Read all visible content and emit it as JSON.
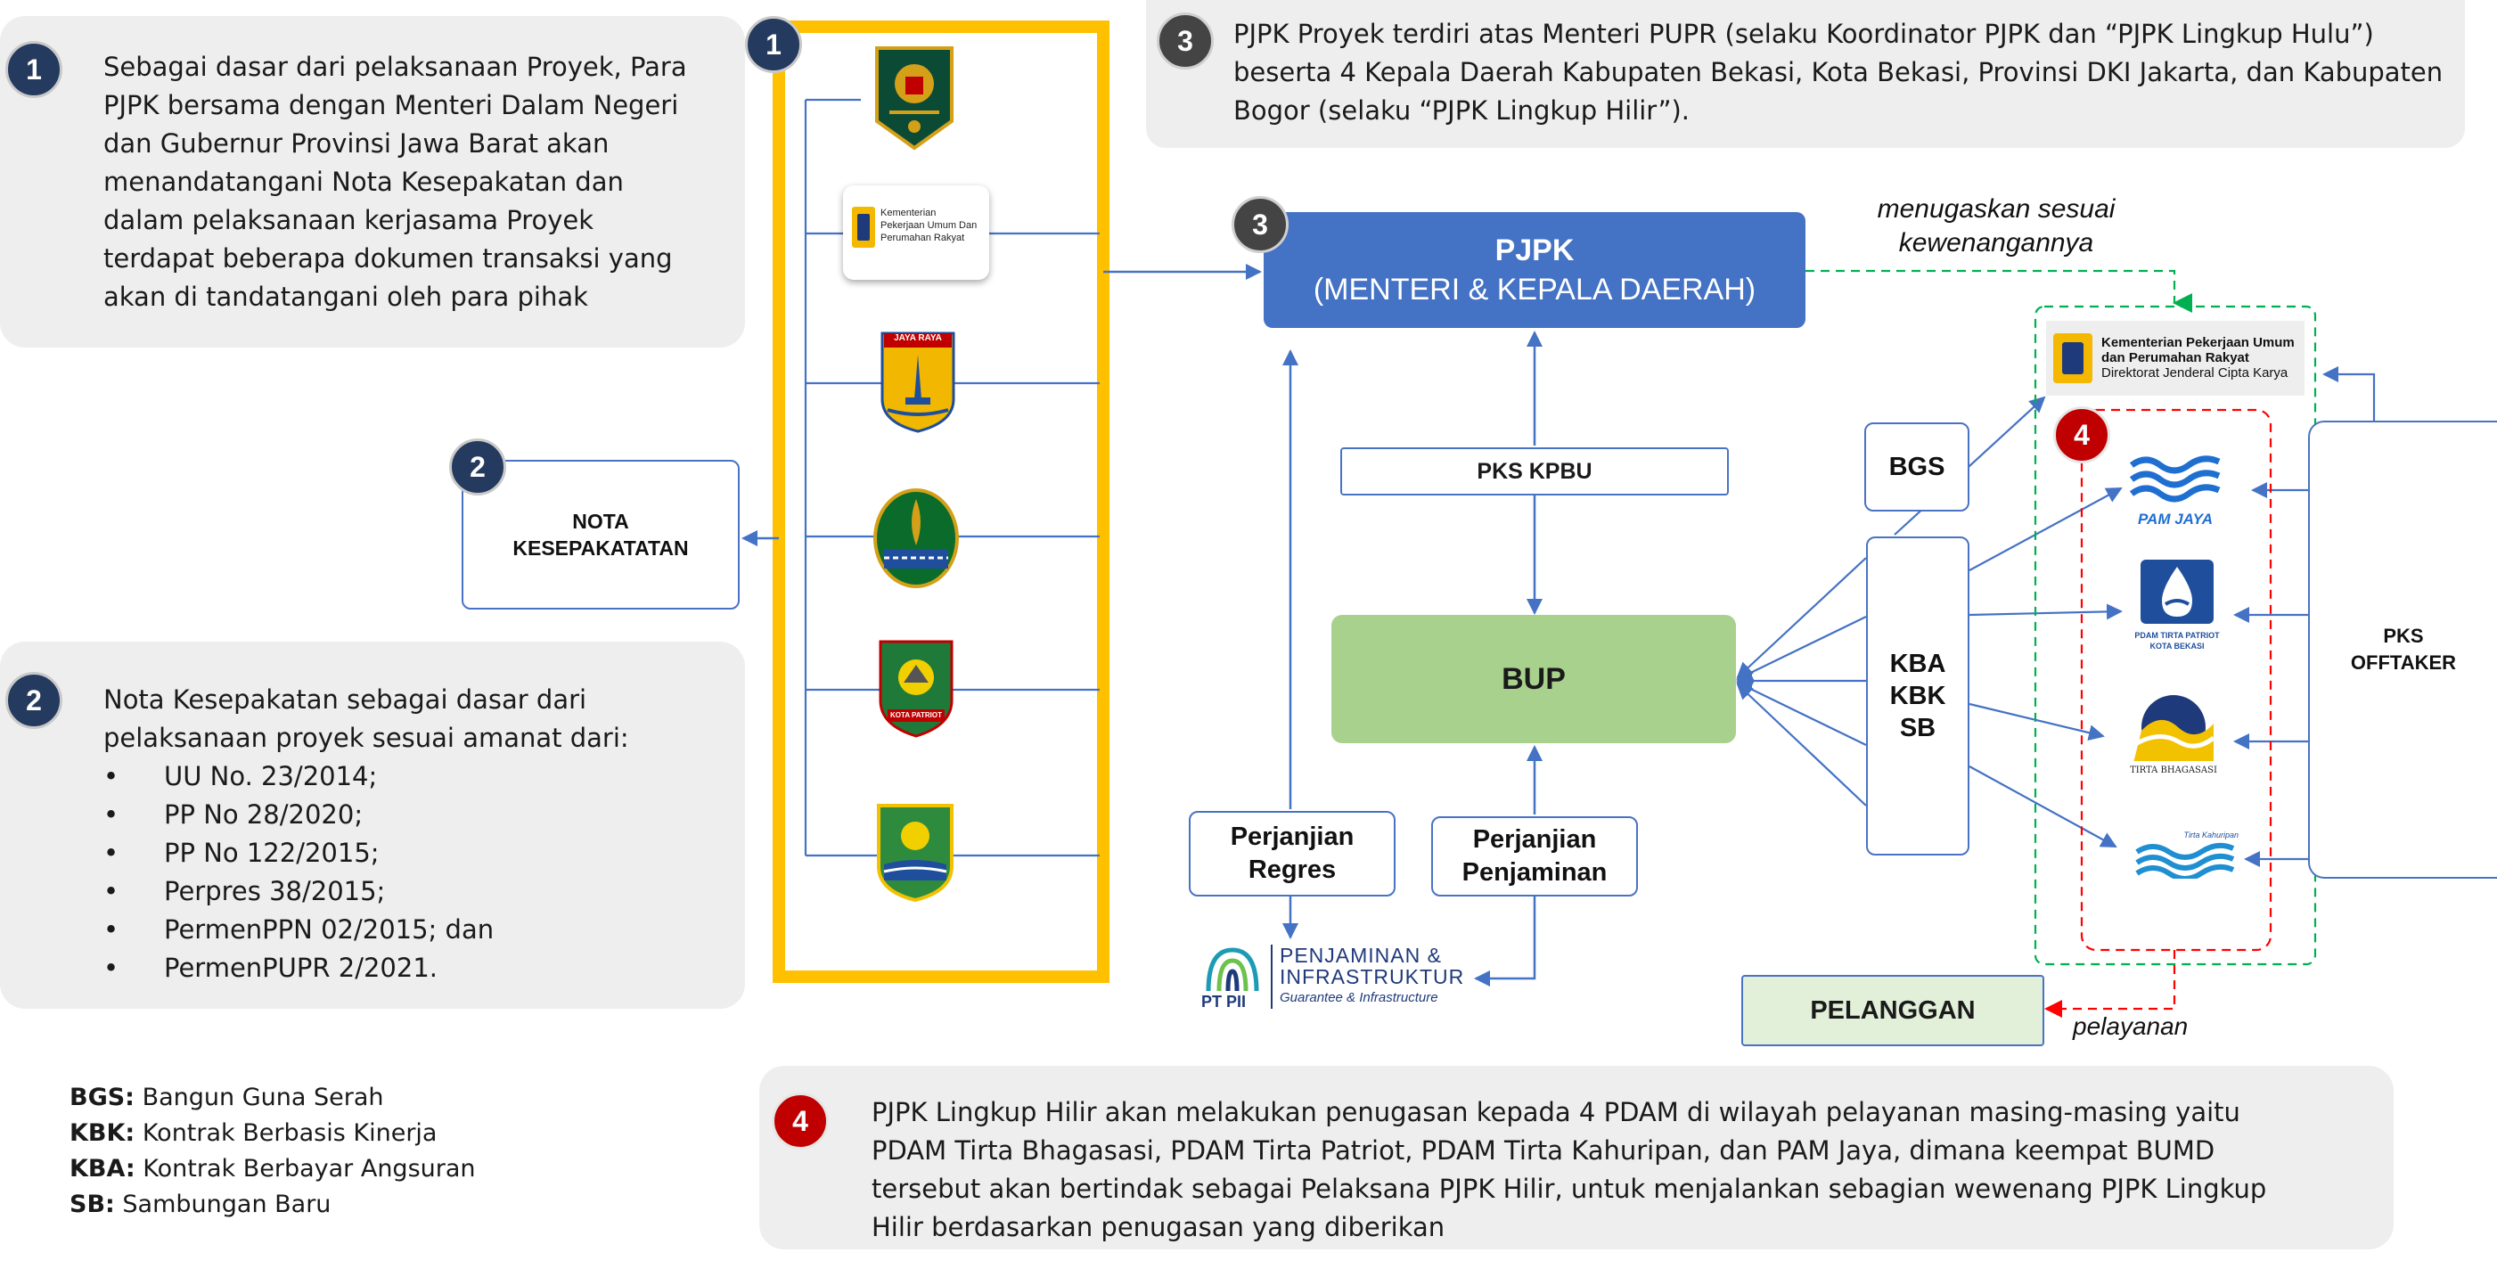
{
  "notes": {
    "n1": {
      "badge": "1",
      "lines": [
        "Sebagai dasar dari pelaksanaan Proyek, Para",
        "PJPK bersama dengan Menteri Dalam Negeri",
        "dan Gubernur Provinsi Jawa Barat akan",
        "menandatangani Nota Kesepakatan dan",
        "dalam pelaksanaan kerjasama Proyek",
        "terdapat beberapa dokumen transaksi yang",
        "akan di tandatangani oleh para pihak"
      ]
    },
    "n2": {
      "badge": "2",
      "lines": [
        "Nota Kesepakatan sebagai dasar dari",
        "pelaksanaan proyek sesuai amanat dari:"
      ],
      "bullets": [
        "UU No. 23/2014;",
        "PP No 28/2020;",
        "PP No 122/2015;",
        "Perpres 38/2015;",
        "PermenPPN 02/2015; dan",
        "PermenPUPR 2/2021."
      ]
    },
    "n3": {
      "badge": "3",
      "lines": [
        "PJPK Proyek terdiri atas Menteri PUPR (selaku Koordinator PJPK dan “PJPK Lingkup Hulu”)",
        "beserta 4 Kepala Daerah Kabupaten Bekasi, Kota Bekasi, Provinsi DKI Jakarta, dan Kabupaten",
        "Bogor (selaku “PJPK Lingkup Hilir”)."
      ]
    },
    "n4": {
      "badge": "4",
      "lines": [
        "PJPK Lingkup Hilir akan melakukan penugasan kepada 4 PDAM di wilayah pelayanan masing-masing yaitu",
        "PDAM Tirta Bhagasasi, PDAM Tirta Patriot, PDAM Tirta Kahuripan, dan PAM Jaya, dimana keempat BUMD",
        "tersebut akan bertindak sebagai Pelaksana PJPK Hilir, untuk menjalankan sebagian wewenang PJPK Lingkup",
        "Hilir berdasarkan penugasan yang diberikan"
      ]
    }
  },
  "badges": {
    "b1_logos": "1",
    "b2_nota": "2",
    "b3_pjpk": "3",
    "b4_pdam": "4"
  },
  "diagram": {
    "nota": [
      "NOTA",
      "KESEPAKATATAN"
    ],
    "pjpk": [
      "PJPK",
      "(MENTERI & KEPALA DAERAH)"
    ],
    "pks_kpbu": "PKS KPBU",
    "bup": "BUP",
    "perjanjian_regres": [
      "Perjanjian",
      "Regres"
    ],
    "perjanjian_penjaminan": [
      "Perjanjian",
      "Penjaminan"
    ],
    "bgs": "BGS",
    "kba_kbk_sb": [
      "KBA",
      "KBK",
      "SB"
    ],
    "pks_offtaker": [
      "PKS",
      "OFFTAKER"
    ],
    "pelanggan": "PELANGGAN",
    "menugaskan": [
      "menugaskan sesuai",
      "kewenangannya"
    ],
    "pelayanan": "pelayanan"
  },
  "logos": {
    "pupr_small": [
      "Kementerian",
      "Pekerjaan Umum Dan",
      "Perumahan Rakyat"
    ],
    "pupr_cipta": [
      "Kementerian Pekerjaan Umum",
      "dan Perumahan Rakyat",
      "Direktorat Jenderal Cipta Karya"
    ],
    "jaya_raya": "JAYA RAYA",
    "kota_patriot": "KOTA PATRIOT",
    "pam_jaya": "PAM JAYA",
    "pdam_tirta_patriot": [
      "PDAM TIRTA PATRIOT",
      "KOTA BEKASI"
    ],
    "tirta_bhagasasi": "TIRTA BHAGASASI",
    "tirta_kahuripan": "Tirta Kahuripan",
    "pt_pii": "PT PII",
    "penjaminan_infra": [
      "PENJAMINAN &",
      "INFRASTRUKTUR",
      "Guarantee & Infrastructure"
    ]
  },
  "legend": [
    {
      "abbr": "BGS:",
      "text": " Bangun Guna Serah"
    },
    {
      "abbr": "KBK:",
      "text": " Kontrak Berbasis Kinerja"
    },
    {
      "abbr": "KBA:",
      "text": " Kontrak Berbayar Angsuran"
    },
    {
      "abbr": "SB:",
      "text": " Sambungan Baru"
    }
  ],
  "colors": {
    "yellow_frame": "#ffc000",
    "pjpk_blue": "#4472c4",
    "bup_green": "#a9d18e",
    "pelanggan_green": "#e2f0d9",
    "arrow_blue": "#4472c4",
    "dashed_green": "#00b050",
    "dashed_red": "#ff0000",
    "note_grey": "#eeeeee"
  }
}
